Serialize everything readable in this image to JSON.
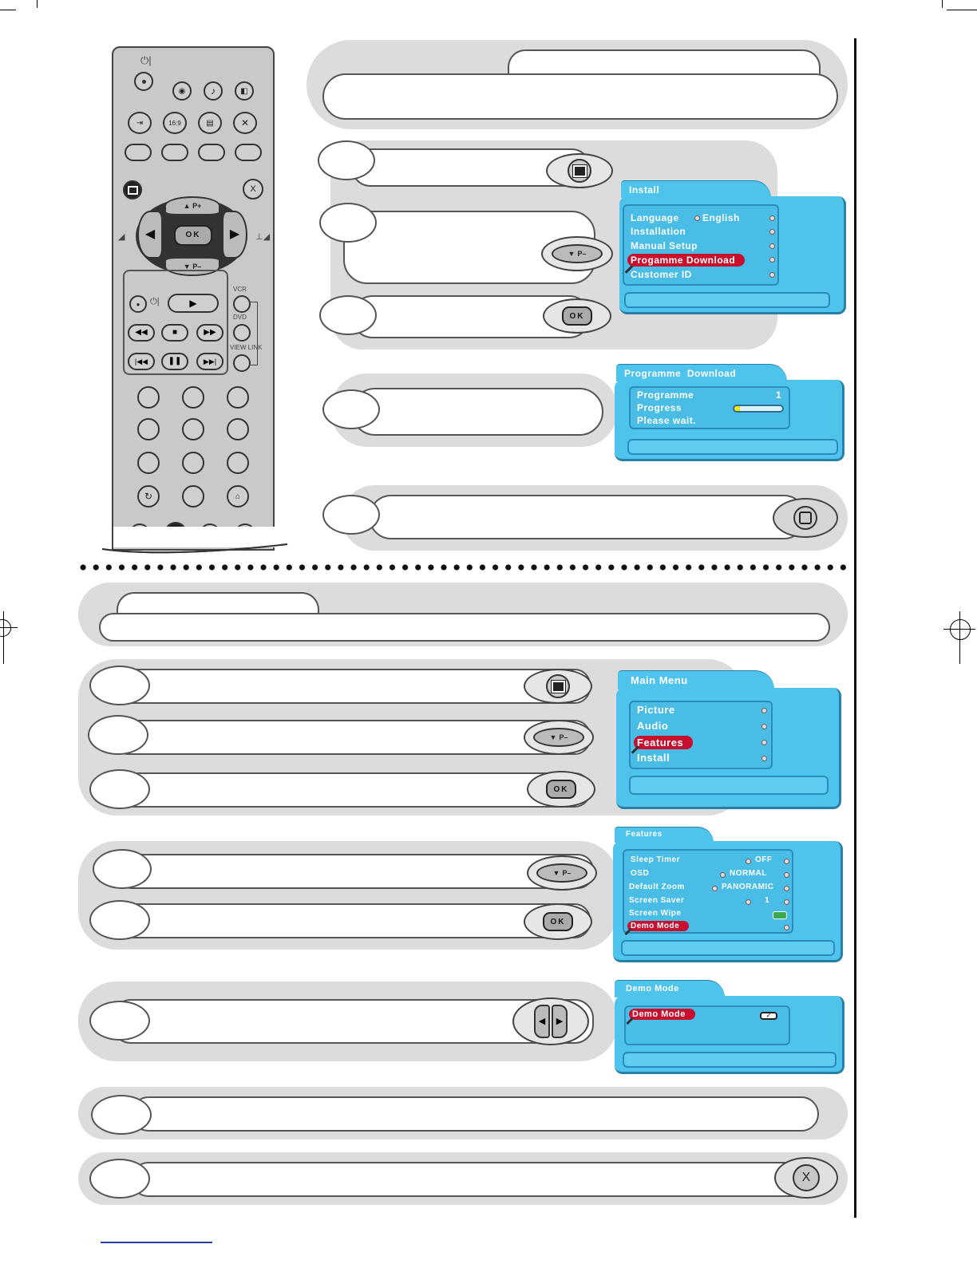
{
  "remote": {
    "power_symbol": "⏻|",
    "ok_label": "OK",
    "p_plus": "P+",
    "p_minus": "P–",
    "vcr_label": "VCR",
    "dvd_label": "DVD",
    "viewlink_label": "VIEW LINK",
    "icon_16_9": "16:9"
  },
  "buttons": {
    "ok": "OK",
    "p_minus": "P–",
    "exit": "X"
  },
  "install_menu": {
    "title": "Install",
    "items": [
      {
        "label": "Language",
        "value": "English"
      },
      {
        "label": "Installation",
        "value": ""
      },
      {
        "label": "Manual Setup",
        "value": ""
      },
      {
        "label": "Progamme Download",
        "value": ""
      },
      {
        "label": "Customer ID",
        "value": ""
      }
    ]
  },
  "download_menu": {
    "title": "Programme  Download",
    "programme_label": "Programme",
    "programme_value": "1",
    "progress_label": "Progress",
    "progress_fraction": 0.12,
    "status": "Please wait."
  },
  "main_menu": {
    "title": "Main Menu",
    "items": [
      "Picture",
      "Audio",
      "Features",
      "Install"
    ]
  },
  "features_menu": {
    "title": "Features",
    "items": [
      {
        "label": "Sleep Timer",
        "value": "OFF"
      },
      {
        "label": "OSD",
        "value": "NORMAL"
      },
      {
        "label": "Default Zoom",
        "value": "PANORAMIC"
      },
      {
        "label": "Screen Saver",
        "value": "1"
      },
      {
        "label": "Screen Wipe",
        "value": ""
      },
      {
        "label": "Demo Mode",
        "value": ""
      }
    ]
  },
  "demo_menu": {
    "title": "Demo Mode",
    "item": "Demo Mode"
  },
  "colors": {
    "menu_blue": "#4ec3ec",
    "highlight_red": "#c8102e",
    "panel_grey": "#dcdcdc"
  }
}
